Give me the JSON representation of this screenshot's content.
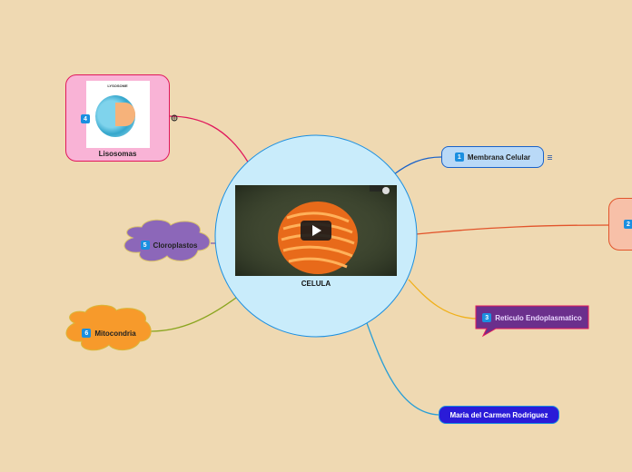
{
  "central": {
    "label": "CELULA"
  },
  "topics": [
    {
      "id": "membrana",
      "number": "1",
      "label": "Membrana Celular"
    },
    {
      "id": "offscreen",
      "number": "2"
    },
    {
      "id": "reticulo",
      "number": "3",
      "label": "Reticulo Endoplasmatico"
    },
    {
      "id": "lisosomas",
      "number": "4",
      "label": "Lisosomas",
      "image_title": "LYSOSOME"
    },
    {
      "id": "cloroplastos",
      "number": "5",
      "label": "Cloroplastos"
    },
    {
      "id": "mitocondria",
      "number": "6",
      "label": "Mitocondria"
    },
    {
      "id": "author",
      "label": "Maria del Carmen Rodriguez"
    }
  ],
  "colors": {
    "background": "#efd9b2",
    "central_fill": "#c9ecfb",
    "membrana_fill": "#b9d9f7",
    "reticulo_fill": "#6b2f8c",
    "lisosomas_fill": "#f9b3d6",
    "cloroplastos_fill": "#8c67b9",
    "mitocondria_fill": "#f79a2b",
    "author_fill": "#2a1bd8",
    "offscreen_fill": "#f7c0a8"
  },
  "icons": {
    "note": "note-lines-icon",
    "link": "link-globe-icon",
    "video": "play-icon"
  }
}
